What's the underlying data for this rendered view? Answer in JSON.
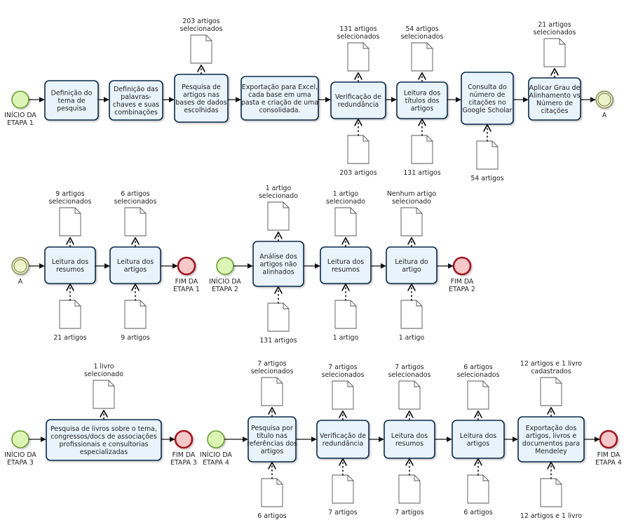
{
  "rows": [
    {
      "start": {
        "type": "start",
        "label": [
          "INÍCIO DA",
          "ETAPA 1"
        ]
      },
      "tasks": [
        {
          "label": [
            "Definição do",
            "tema de",
            "pesquisa"
          ]
        },
        {
          "label": [
            "Definição das",
            "palavras-",
            "chaves e suas",
            "combinações"
          ]
        },
        {
          "label": [
            "Pesquisa de",
            "artigos nas",
            "bases de dados",
            "escolhidas"
          ],
          "out": [
            "203 artigos",
            "selecionados"
          ]
        },
        {
          "label": [
            "Exportação para Excel,",
            "cada base em uma",
            "pasta e criação de uma",
            "consolidada."
          ]
        },
        {
          "label": [
            "Verificação de",
            "redundância"
          ],
          "out": [
            "131 artigos",
            "selecionados"
          ],
          "in": [
            "203 artigos"
          ]
        },
        {
          "label": [
            "Leitura dos",
            "títulos dos",
            "artigos"
          ],
          "out": [
            "54 artigos",
            "selecionados"
          ],
          "in": [
            "131 artigos"
          ]
        },
        {
          "label": [
            "Consulta do",
            "número de",
            "citações no",
            "Google Scholar"
          ],
          "in": [
            "54 artigos"
          ]
        },
        {
          "label": [
            "Aplicar Grau de",
            "Alinhamento vs",
            "Número de",
            "citações"
          ],
          "out": [
            "21 artigos",
            "selecionados"
          ]
        }
      ],
      "end": {
        "type": "link",
        "label": [
          "A"
        ]
      }
    },
    {
      "start": {
        "type": "link",
        "label": [
          "A"
        ]
      },
      "tasks": [
        {
          "label": [
            "Leitura dos",
            "resumos"
          ],
          "out": [
            "9 artigos",
            "selecionados"
          ],
          "in": [
            "21 artigos"
          ]
        },
        {
          "label": [
            "Leitura dos",
            "artigos"
          ],
          "out": [
            "6 artigos",
            "selecionados"
          ],
          "in": [
            "9 artigos"
          ]
        }
      ],
      "end": {
        "type": "end",
        "label": [
          "FIM DA",
          "ETAPA 1"
        ]
      }
    },
    {
      "start": {
        "type": "start",
        "label": [
          "INÍCIO DA",
          "ETAPA 2"
        ]
      },
      "tasks": [
        {
          "label": [
            "Análise dos",
            "artigos não",
            "alinhados"
          ],
          "out": [
            "1 artigo",
            "selecionado"
          ],
          "in": [
            "131 artigos"
          ]
        },
        {
          "label": [
            "Leitura dos",
            "resumos"
          ],
          "out": [
            "1 artigo",
            "selecionado"
          ],
          "in": [
            "1 artigo"
          ]
        },
        {
          "label": [
            "Leitura do",
            "artigo"
          ],
          "out": [
            "Nenhum artigo",
            "selecionado"
          ],
          "in": [
            "1 artigo"
          ]
        }
      ],
      "end": {
        "type": "end",
        "label": [
          "FIM DA",
          "ETAPA 2"
        ]
      }
    },
    {
      "start": {
        "type": "start",
        "label": [
          "INÍCIO DA",
          "ETAPA 3"
        ]
      },
      "tasks": [
        {
          "label": [
            "Pesquisa de livros sobre o tema,",
            "congressos/docs de associações",
            "profissionais e consultorias",
            "especializadas"
          ],
          "out": [
            "1 livro",
            "selecionado"
          ]
        }
      ],
      "end": {
        "type": "end",
        "label": [
          "FIM DA",
          "ETAPA 3"
        ]
      }
    },
    {
      "start": {
        "type": "start",
        "label": [
          "INÍCIO DA",
          "ETAPA 4"
        ]
      },
      "tasks": [
        {
          "label": [
            "Pesquisa por",
            "título nas",
            "referências dos",
            "artigos"
          ],
          "out": [
            "7 artigos",
            "selecionados"
          ],
          "in": [
            "6 artigos"
          ]
        },
        {
          "label": [
            "Verificação de",
            "redundância"
          ],
          "out": [
            "7 artigos",
            "selecionados"
          ],
          "in": [
            "7 artigos"
          ]
        },
        {
          "label": [
            "Leitura dos",
            "resumos"
          ],
          "out": [
            "7 artigos",
            "selecionados"
          ],
          "in": [
            "7 artigos"
          ]
        },
        {
          "label": [
            "Leitura dos",
            "artigos"
          ],
          "out": [
            "6 artigos",
            "selecionados"
          ],
          "in": [
            "6 artigos"
          ]
        },
        {
          "label": [
            "Exportação dos",
            "artigos, livros e",
            "documentos para",
            "Mendeley"
          ],
          "out": [
            "12 artigos e 1 livro",
            "cadastrados"
          ],
          "in": [
            "12 artigos e 1 livro"
          ]
        }
      ],
      "end": {
        "type": "end",
        "label": [
          "FIM DA",
          "ETAPA 4"
        ]
      }
    }
  ],
  "colors": {
    "task_fill": "#e8f3fb",
    "task_stroke": "#0d2a4a",
    "start_fill": "#dcf5b6",
    "start_stroke": "#6aa033",
    "end_fill": "#f6c8c8",
    "end_stroke": "#a01820",
    "link_fill": "#eaf3c9",
    "link_stroke": "#8a8a55",
    "line": "#111111"
  }
}
